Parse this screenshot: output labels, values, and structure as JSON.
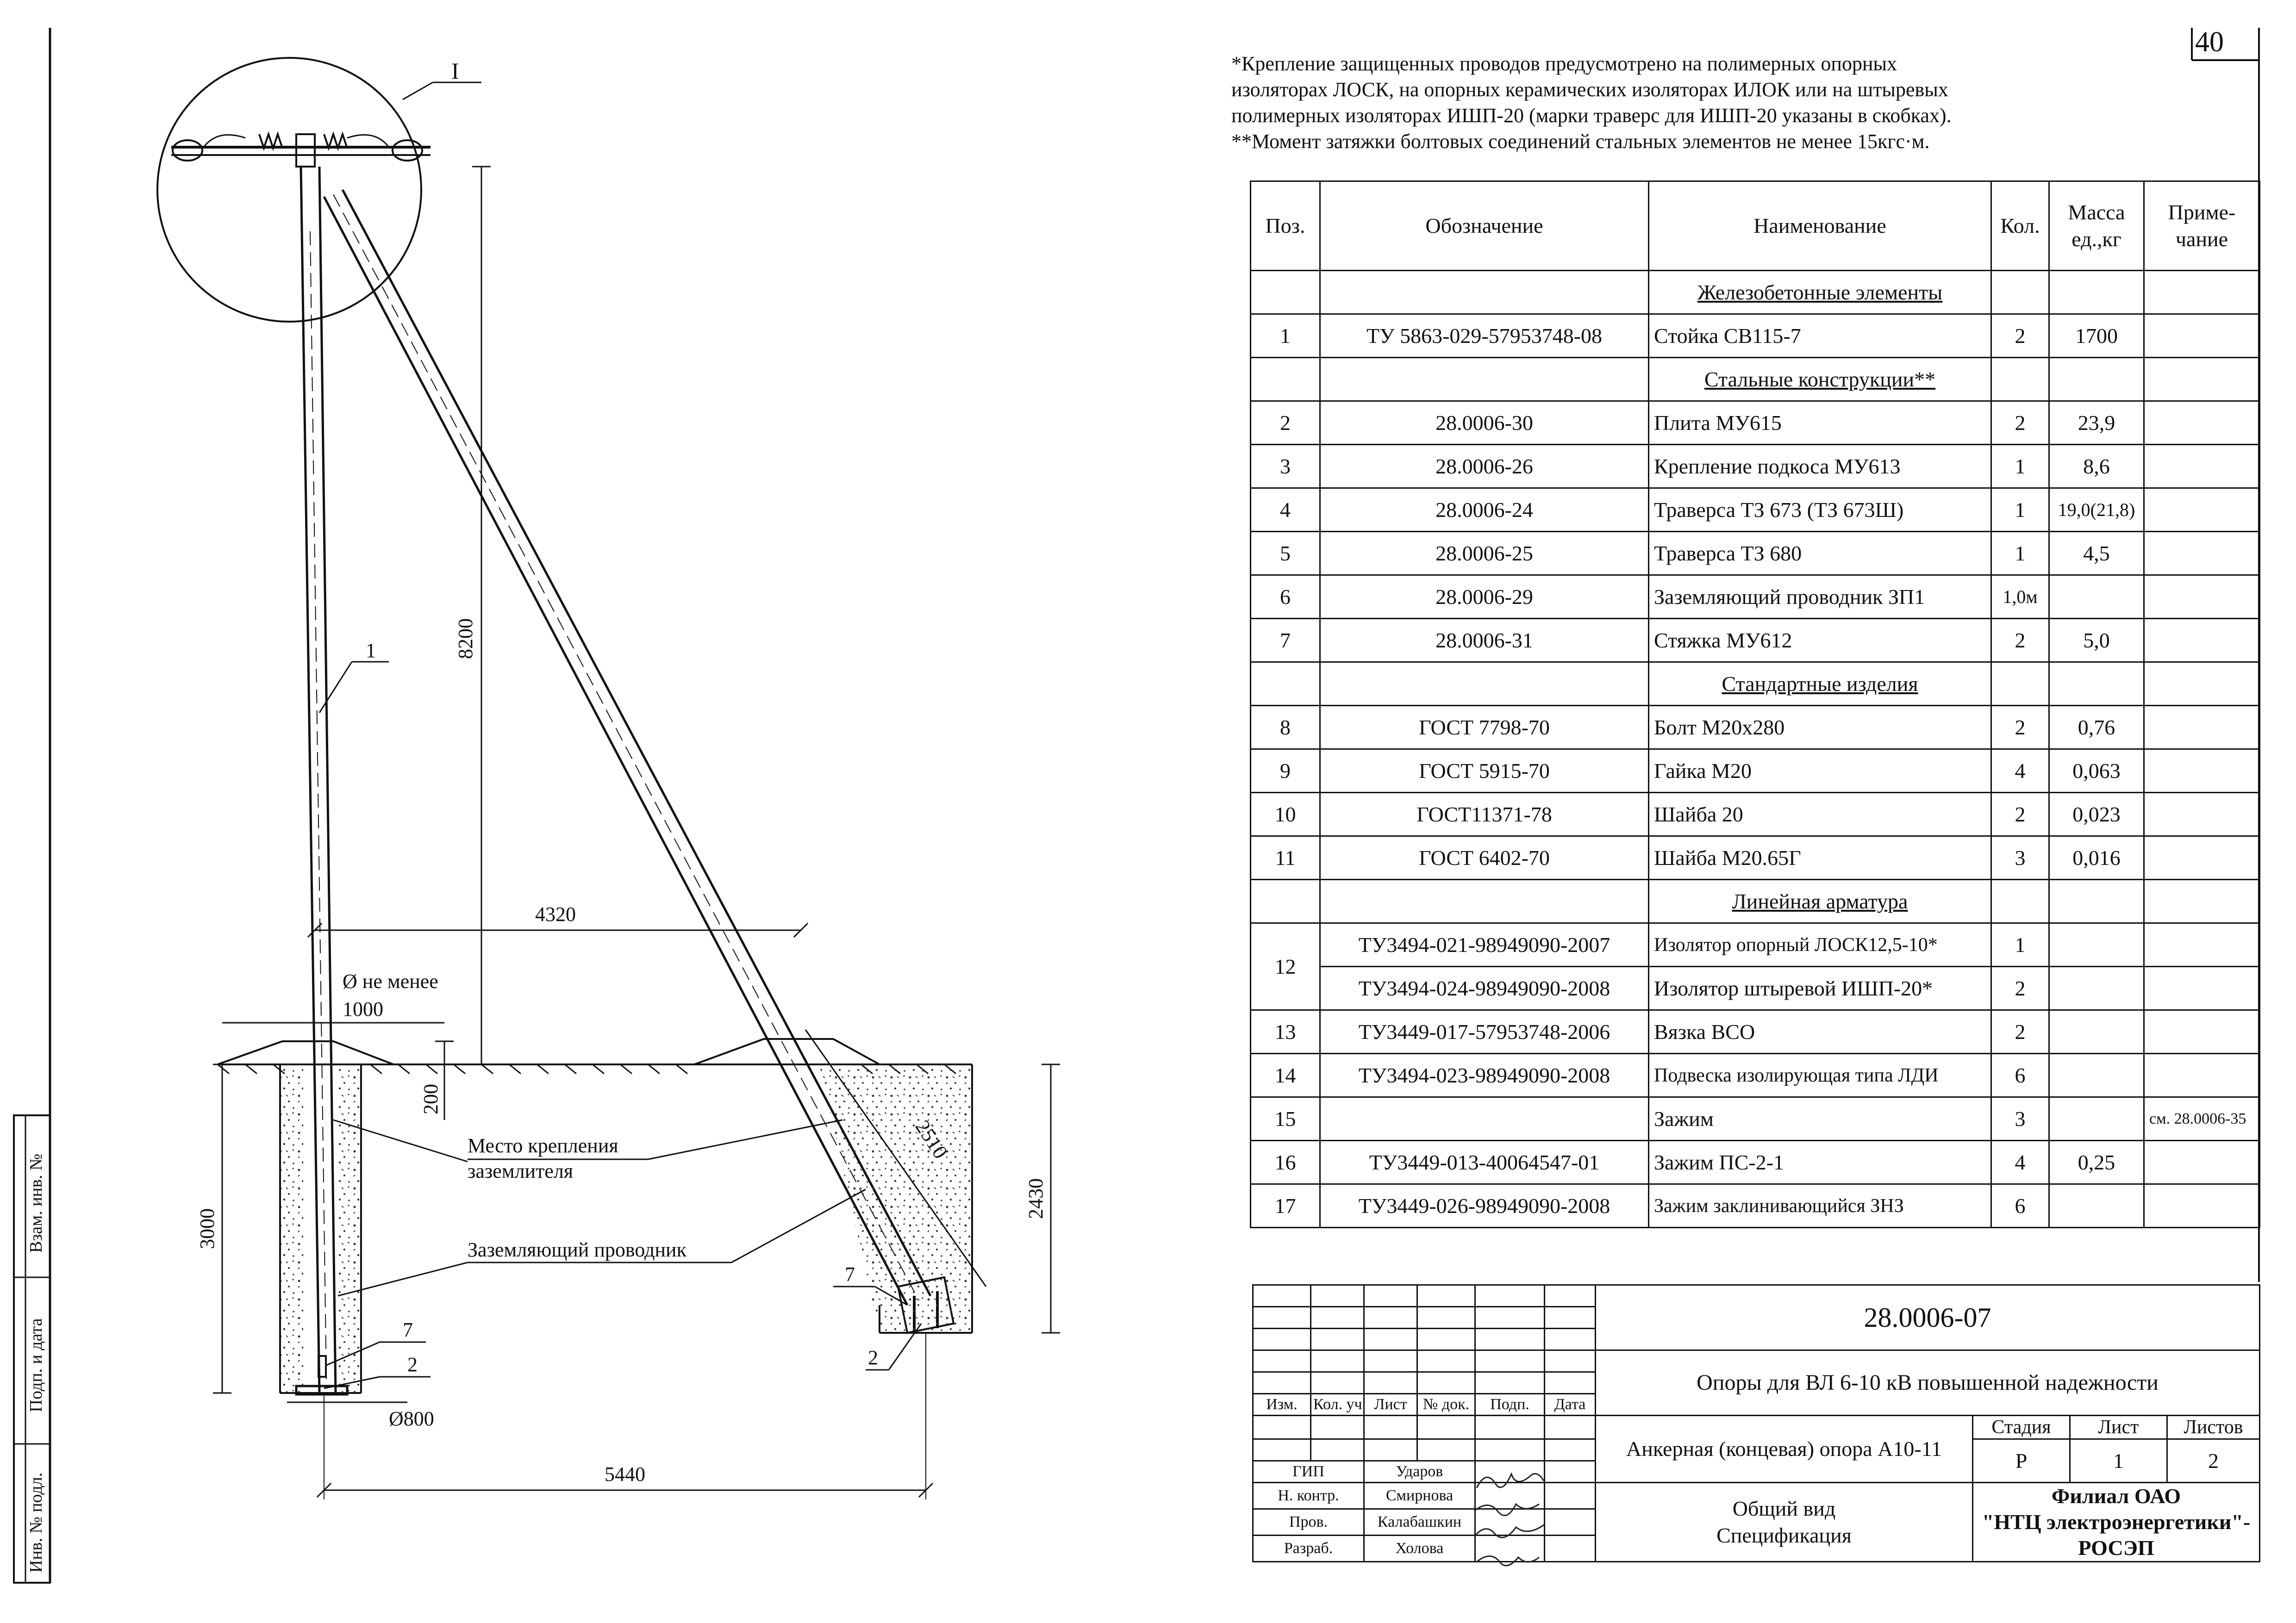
{
  "page_number": "40",
  "notes": [
    "*Крепление защищенных проводов предусмотрено на полимерных опорных",
    " изоляторах ЛОСК, на опорных керамических изоляторах ИЛОК или на штыревых",
    "полимерных изоляторах ИШП-20 (марки траверс для ИШП-20 указаны в скобках).",
    " **Момент затяжки болтовых соединений стальных элементов не менее  15кгс·м."
  ],
  "spec_table": {
    "headers": {
      "pos": "Поз.",
      "designation": "Обозначение",
      "name": "Наименование",
      "qty": "Кол.",
      "mass_line1": "Масса",
      "mass_line2": "ед.,кг",
      "note_line1": "Приме-",
      "note_line2": "чание"
    },
    "sections": {
      "concrete": "Железобетонные элементы",
      "steel": "Стальные конструкции**",
      "standard": "Стандартные изделия",
      "linear": "Линейная арматура"
    },
    "rows": [
      {
        "pos": "1",
        "designation": "ТУ 5863-029-57953748-08",
        "name": "Стойка СВ115-7",
        "qty": "2",
        "mass": "1700",
        "note": ""
      },
      {
        "pos": "2",
        "designation": "28.0006-30",
        "name": "Плита МУ615",
        "qty": "2",
        "mass": "23,9",
        "note": ""
      },
      {
        "pos": "3",
        "designation": "28.0006-26",
        "name": "Крепление подкоса МУ613",
        "qty": "1",
        "mass": "8,6",
        "note": ""
      },
      {
        "pos": "4",
        "designation": "28.0006-24",
        "name": "Траверса ТЗ 673 (ТЗ 673Ш)",
        "qty": "1",
        "mass": "19,0(21,8)",
        "note": ""
      },
      {
        "pos": "5",
        "designation": "28.0006-25",
        "name": "Траверса ТЗ 680",
        "qty": "1",
        "mass": "4,5",
        "note": ""
      },
      {
        "pos": "6",
        "designation": "28.0006-29",
        "name": "Заземляющий проводник ЗП1",
        "qty": "1,0м",
        "mass": "",
        "note": ""
      },
      {
        "pos": "7",
        "designation": "28.0006-31",
        "name": "Стяжка  МУ612",
        "qty": "2",
        "mass": "5,0",
        "note": ""
      },
      {
        "pos": "8",
        "designation": "ГОСТ 7798-70",
        "name": "Болт М20х280",
        "qty": "2",
        "mass": "0,76",
        "note": ""
      },
      {
        "pos": "9",
        "designation": "ГОСТ 5915-70",
        "name": "Гайка М20",
        "qty": "4",
        "mass": "0,063",
        "note": ""
      },
      {
        "pos": "10",
        "designation": "ГОСТ11371-78",
        "name": "Шайба 20",
        "qty": "2",
        "mass": "0,023",
        "note": ""
      },
      {
        "pos": "11",
        "designation": "ГОСТ 6402-70",
        "name": "Шайба М20.65Г",
        "qty": "3",
        "mass": "0,016",
        "note": ""
      },
      {
        "pos": "12",
        "designation": "ТУ3494-021-98949090-2007",
        "name": "Изолятор опорный ЛОСК12,5-10*",
        "qty": "1",
        "mass": "",
        "note": ""
      },
      {
        "pos": "",
        "designation": "ТУ3494-024-98949090-2008",
        "name": "Изолятор штыревой ИШП-20*",
        "qty": "2",
        "mass": "",
        "note": ""
      },
      {
        "pos": "13",
        "designation": "ТУ3449-017-57953748-2006",
        "name": "Вязка ВСО",
        "qty": "2",
        "mass": "",
        "note": ""
      },
      {
        "pos": "14",
        "designation": "ТУ3494-023-98949090-2008",
        "name": "Подвеска изолирующая типа ЛДИ",
        "qty": "6",
        "mass": "",
        "note": ""
      },
      {
        "pos": "15",
        "designation": "",
        "name": "Зажим",
        "qty": "3",
        "mass": "",
        "note": "см. 28.0006-35"
      },
      {
        "pos": "16",
        "designation": "ТУ3449-013-40064547-01",
        "name": "Зажим ПС-2-1",
        "qty": "4",
        "mass": "0,25",
        "note": ""
      },
      {
        "pos": "17",
        "designation": "ТУ3449-026-98949090-2008",
        "name": "Зажим заклинивающийся ЗНЗ",
        "qty": "6",
        "mass": "",
        "note": ""
      }
    ]
  },
  "title_block": {
    "doc_code": "28.0006-07",
    "project": "Опоры для ВЛ 6-10 кВ повышенной надежности",
    "sheet_title": "Анкерная (концевая) опора А10-11",
    "content": [
      "Общий вид",
      "Спецификация"
    ],
    "stage_label": "Стадия",
    "sheet_label": "Лист",
    "sheets_label": "Листов",
    "stage": "Р",
    "sheet": "1",
    "sheets": "2",
    "org": [
      "Филиал ОАО",
      "\"НТЦ электроэнергетики\"-",
      "РОСЭП"
    ],
    "columns": [
      "Изм.",
      "Кол. уч.",
      "Лист",
      "№ док.",
      "Подп.",
      "Дата"
    ],
    "roles": [
      {
        "role": "ГИП",
        "name": "Ударов"
      },
      {
        "role": "Н. контр.",
        "name": "Смирнова"
      },
      {
        "role": "Пров.",
        "name": "Калабашкин"
      },
      {
        "role": "Разраб.",
        "name": "Холова"
      }
    ]
  },
  "side_stamp": [
    "Инв. № подл.",
    "Подп. и дата",
    "Взам. инв. №"
  ],
  "drawing": {
    "dims": {
      "height_upper": "8200",
      "base_spacing": "4320",
      "pit_diameter": [
        "Ø не менее",
        "1000"
      ],
      "embed_depth": "200",
      "pit_depth": "3000",
      "strut_pit_depth": "2430",
      "strut_segment": "2510",
      "plate_diameter": "Ø800",
      "total_spacing": "5440"
    },
    "labels": {
      "ground_point": [
        "Место крепления",
        "заземлителя"
      ],
      "ground_wire": "Заземляющий проводник"
    },
    "callouts": {
      "detail": "I",
      "stand": "1",
      "tie_left": "7",
      "plate_left": "2",
      "tie_right": "7",
      "plate_right": "2"
    }
  }
}
